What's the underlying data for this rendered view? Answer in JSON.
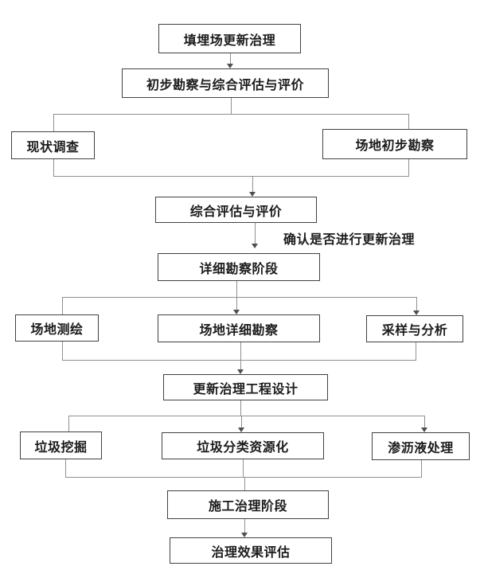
{
  "diagram": {
    "title_hint": "landfill-renewal-treatment-flowchart",
    "nodes": {
      "landfill_renewal": "填埋场更新治理",
      "preliminary_survey_eval": "初步勘察与综合评估与评价",
      "status_survey": "现状调查",
      "site_preliminary_survey": "场地初步勘察",
      "comprehensive_eval": "综合评估与评价",
      "detailed_survey_stage": "详细勘察阶段",
      "site_mapping": "场地测绘",
      "site_detailed_survey": "场地详细勘察",
      "sampling_analysis": "采样与分析",
      "engineering_design": "更新治理工程设计",
      "waste_excavation": "垃圾挖掘",
      "waste_sorting": "垃圾分类资源化",
      "leachate_treatment": "渗沥液处理",
      "construction_stage": "施工治理阶段",
      "effect_evaluation": "治理效果评估"
    },
    "annotation": "确认是否进行更新治理",
    "edges": [
      [
        "landfill_renewal",
        "preliminary_survey_eval"
      ],
      [
        "preliminary_survey_eval",
        "status_survey"
      ],
      [
        "preliminary_survey_eval",
        "site_preliminary_survey"
      ],
      [
        "status_survey",
        "comprehensive_eval"
      ],
      [
        "site_preliminary_survey",
        "comprehensive_eval"
      ],
      [
        "comprehensive_eval",
        "detailed_survey_stage"
      ],
      [
        "detailed_survey_stage",
        "site_mapping"
      ],
      [
        "detailed_survey_stage",
        "site_detailed_survey"
      ],
      [
        "detailed_survey_stage",
        "sampling_analysis"
      ],
      [
        "site_mapping",
        "engineering_design"
      ],
      [
        "site_detailed_survey",
        "engineering_design"
      ],
      [
        "sampling_analysis",
        "engineering_design"
      ],
      [
        "engineering_design",
        "waste_excavation"
      ],
      [
        "engineering_design",
        "waste_sorting"
      ],
      [
        "engineering_design",
        "leachate_treatment"
      ],
      [
        "waste_excavation",
        "construction_stage"
      ],
      [
        "waste_sorting",
        "construction_stage"
      ],
      [
        "leachate_treatment",
        "construction_stage"
      ],
      [
        "construction_stage",
        "effect_evaluation"
      ]
    ],
    "edge_label_on": "comprehensive_eval->detailed_survey_stage",
    "colors": {
      "box_border": "#414141",
      "connector": "#8f8f8f",
      "arrow": "#4f4f4f",
      "text": "#1c1c1c",
      "background": "#ffffff"
    }
  }
}
